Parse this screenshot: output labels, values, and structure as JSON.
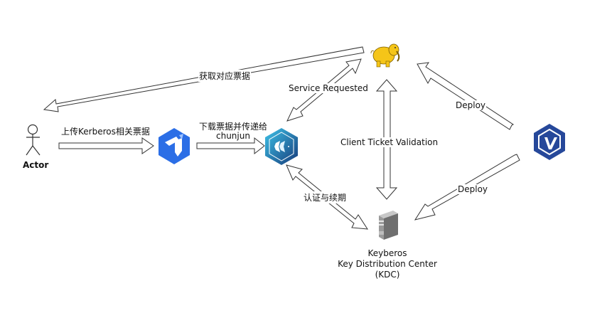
{
  "diagram": {
    "nodes": {
      "actor": {
        "label": "Actor",
        "icon": "stick-figure-icon"
      },
      "taier": {
        "icon": "taier-logo-icon",
        "color": "#2b6ee6"
      },
      "chunjun": {
        "icon": "chunjun-logo-icon",
        "color": "#1f5fa8"
      },
      "hadoop": {
        "icon": "hadoop-elephant-icon",
        "color": "#f5c518"
      },
      "kdc": {
        "label_lines": [
          "Keyberos",
          "Key Distribution Center",
          "(KDC)"
        ],
        "icon": "server-icon",
        "color": "#8a8a8a"
      },
      "deployer": {
        "icon": "deployer-logo-icon",
        "color": "#26489a"
      }
    },
    "edges": {
      "upload": {
        "label": "上传Kerberos相关票据"
      },
      "download": {
        "label_line1": "下载票据并传递给",
        "label_line2": "chunjun"
      },
      "fetch_ticket": {
        "label": "获取对应票据"
      },
      "service_requested": {
        "label": "Service Requested"
      },
      "client_ticket_validation": {
        "label": "Client Ticket Validation"
      },
      "auth_renew": {
        "label": "认证与续期"
      },
      "deploy_hadoop": {
        "label": "Deploy"
      },
      "deploy_kdc": {
        "label": "Deploy"
      }
    }
  }
}
